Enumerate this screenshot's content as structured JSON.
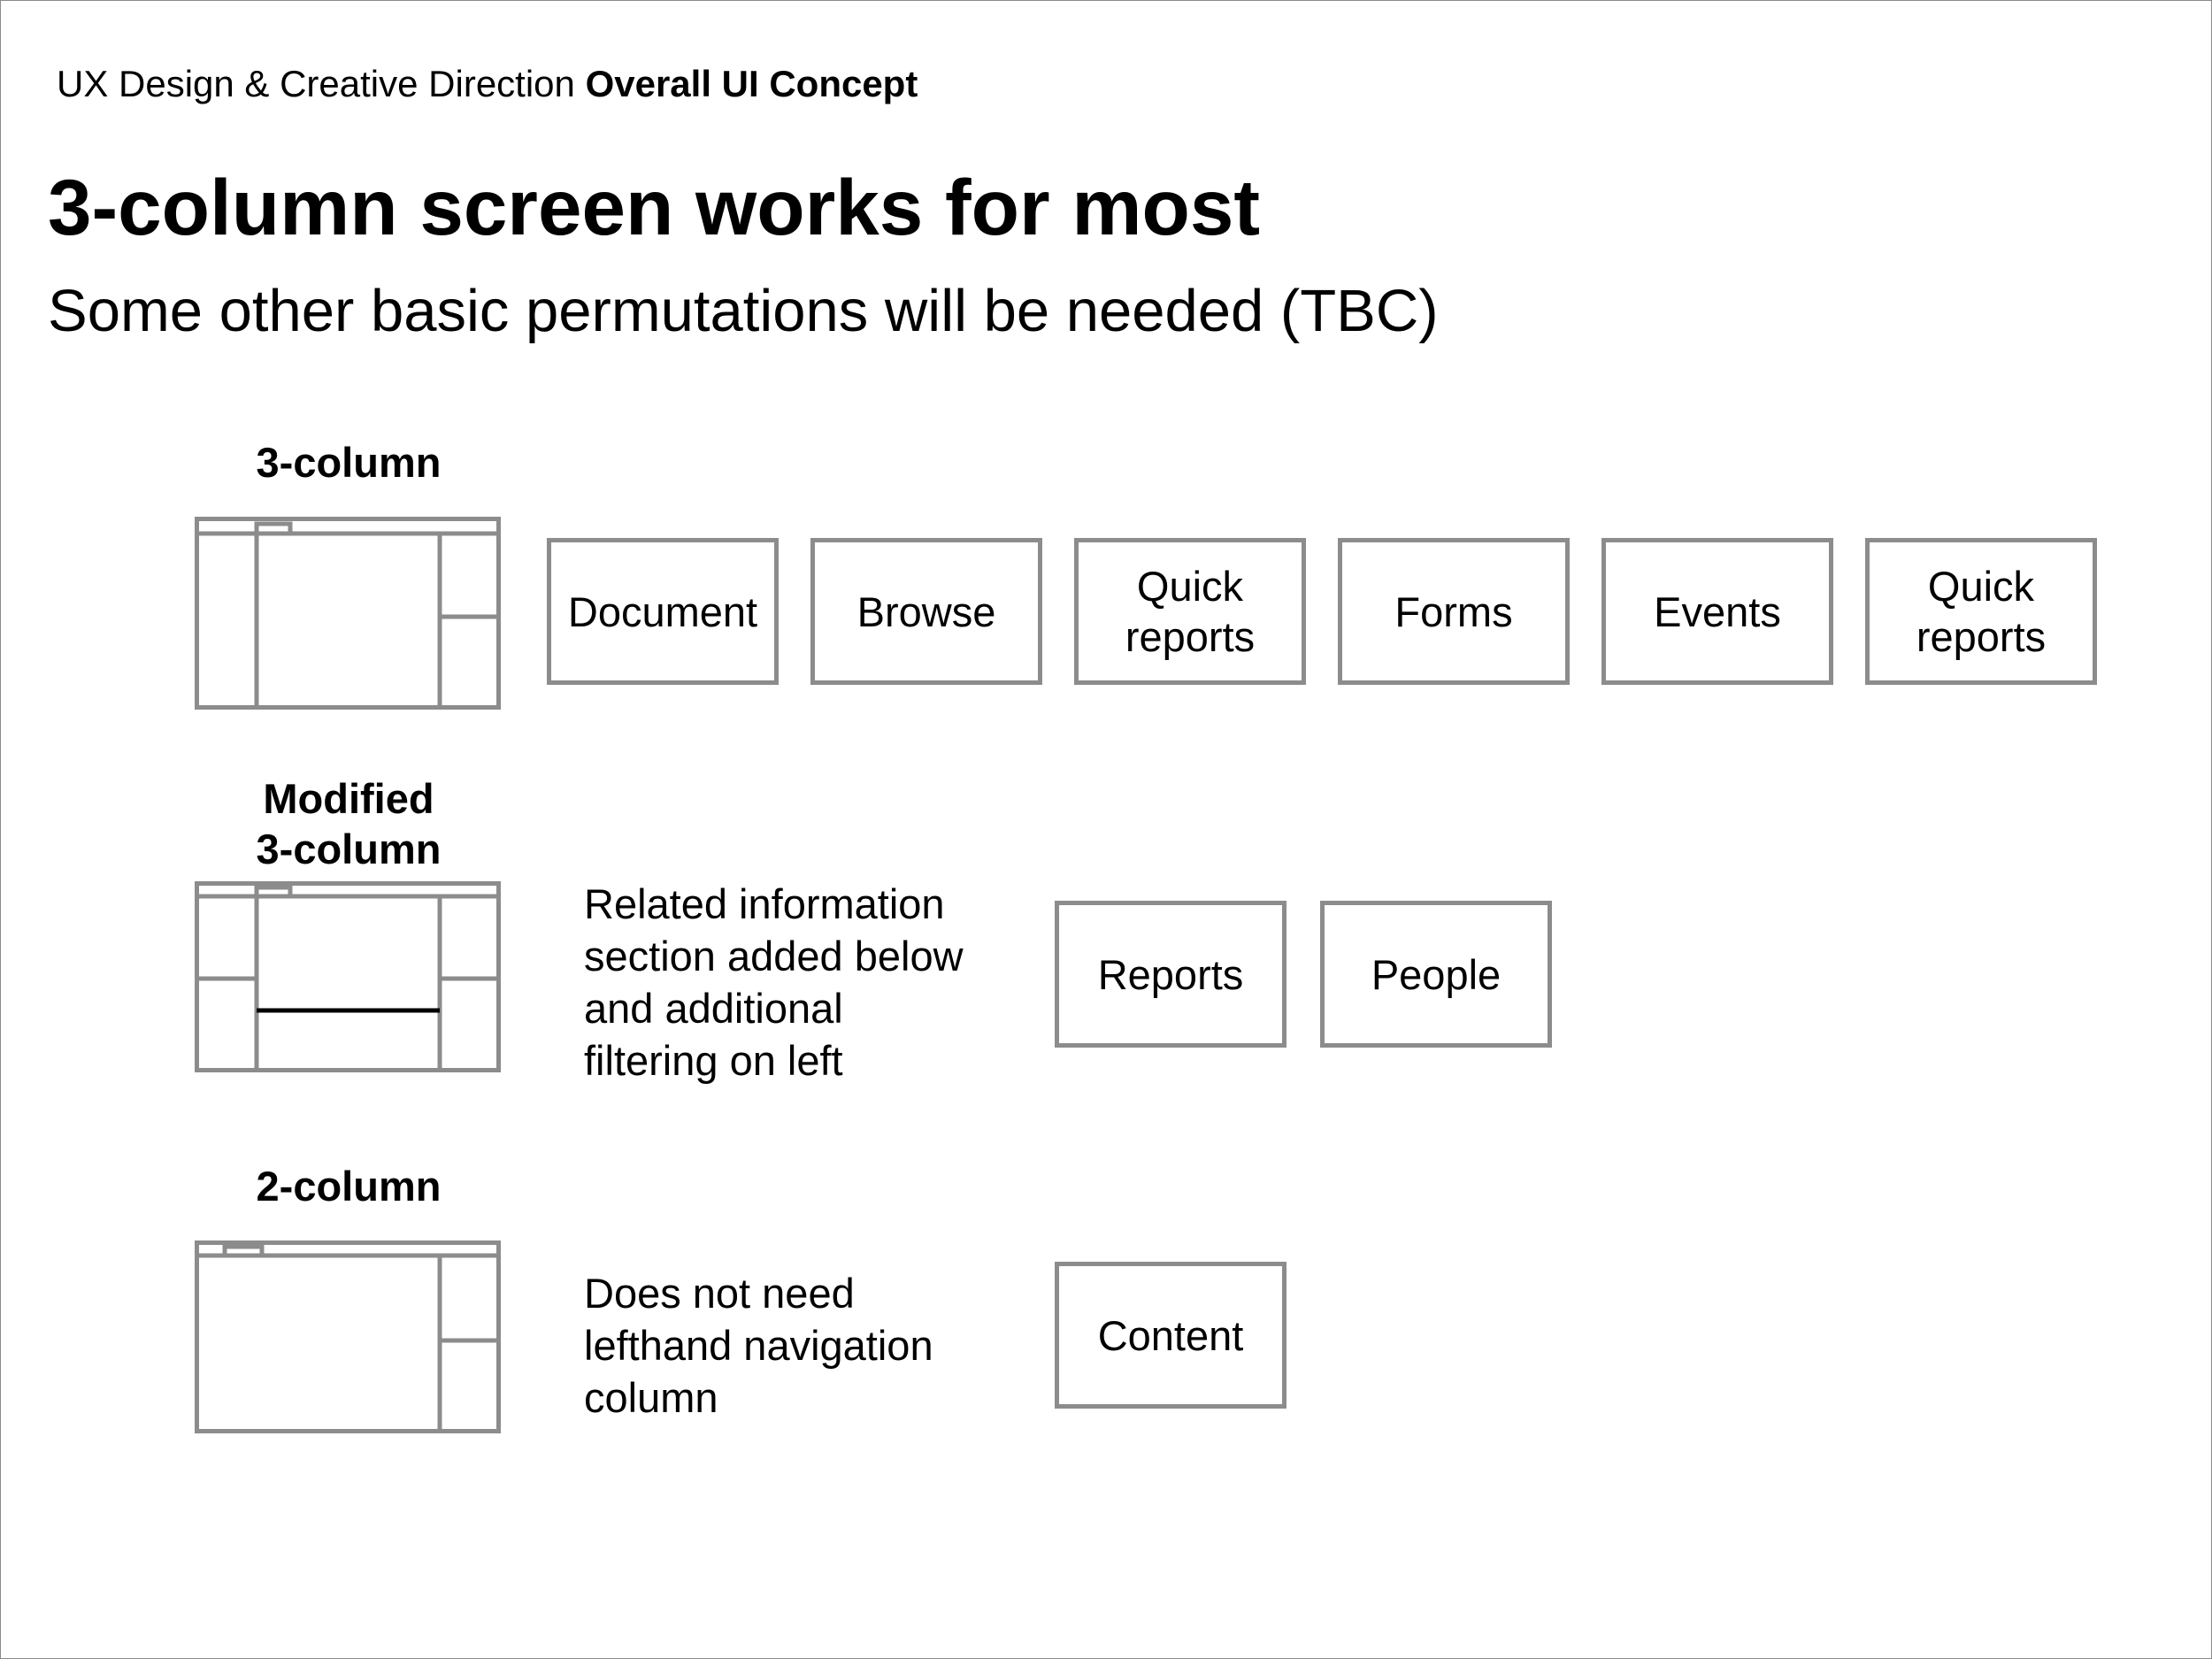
{
  "header": {
    "prefix": "UX Design & Creative Direction",
    "emphasis": "Overall UI Concept"
  },
  "title": "3-column screen works for most",
  "subtitle": "Some other basic permutations will be needed (TBC)",
  "rows": [
    {
      "label": "3-column",
      "boxes": [
        "Document",
        "Browse",
        "Quick\nreports",
        "Forms",
        "Events",
        "Quick\nreports"
      ]
    },
    {
      "label": "Modified\n3-column",
      "description": "Related information\nsection added below\nand additional\nfiltering on left",
      "boxes": [
        "Reports",
        "People"
      ]
    },
    {
      "label": "2-column",
      "description": "Does not need\nlefthand navigation\ncolumn",
      "boxes": [
        "Content"
      ]
    }
  ],
  "colors": {
    "wireframe_stroke": "#8c8c8c",
    "divider": "#000000",
    "text": "#000000"
  }
}
